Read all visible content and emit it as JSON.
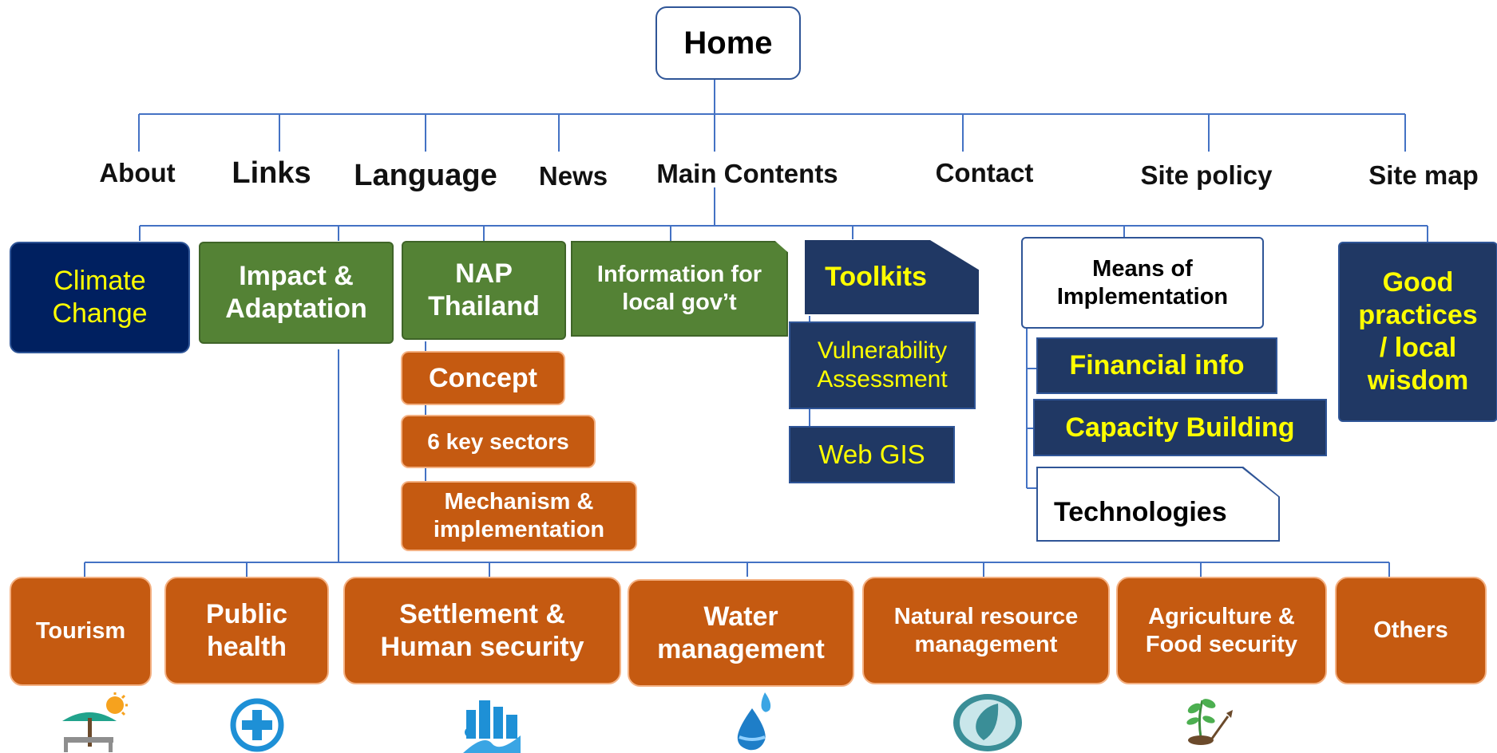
{
  "home": {
    "label": "Home"
  },
  "nav": {
    "about": "About",
    "links": "Links",
    "language": "Language",
    "news": "News",
    "main_contents": "Main Contents",
    "contact": "Contact",
    "site_policy": "Site policy",
    "site_map": "Site map"
  },
  "content": {
    "climate_change": "Climate Change",
    "impact_adaptation": "Impact & Adaptation",
    "nap_thailand": "NAP Thailand",
    "info_local_gov": "Information for local gov’t",
    "toolkits": "Toolkits",
    "vulnerability_assessment": "Vulnerability Assessment",
    "web_gis": "Web GIS",
    "means_of_implementation": "Means of Implementation",
    "financial_info": "Financial info",
    "capacity_building": "Capacity Building",
    "technologies": "Technologies",
    "good_practices": "Good practices / local wisdom"
  },
  "nap_items": {
    "concept": "Concept",
    "key_sectors": "6 key sectors",
    "mechanism": "Mechanism & implementation"
  },
  "sectors": {
    "tourism": "Tourism",
    "public_health": "Public health",
    "settlement": "Settlement & Human security",
    "water": "Water management",
    "natural_resource": "Natural resource management",
    "agriculture": "Agriculture & Food security",
    "others": "Others"
  },
  "icons": {
    "tourism": "beach-umbrella-icon",
    "public_health": "medical-cross-icon",
    "settlement": "city-river-icon",
    "water": "water-drop-icon",
    "natural_resource": "leaf-icon",
    "agriculture": "plant-shovel-icon"
  },
  "colors": {
    "connector": "#4472c4",
    "green": "#548235",
    "navy": "#002060",
    "orange": "#c55a11",
    "yellow_text": "#ffff00"
  }
}
